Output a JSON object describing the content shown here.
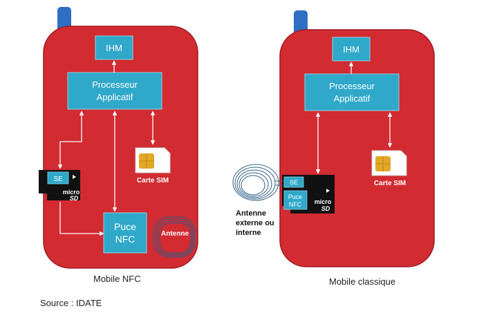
{
  "colors": {
    "phone_body": "#d22b32",
    "phone_border": "#9e1a20",
    "tab": "#2f6fc3",
    "box": "#2fa8c9",
    "box_border": "#8fd3e6",
    "sim_gold": "#e3a826",
    "sd_black": "#111111",
    "arrow": "#ffffff",
    "antenna": "#2f5f86"
  },
  "left_phone": {
    "ihm": "IHM",
    "processor_line1": "Processeur",
    "processor_line2": "Applicatif",
    "sim_label": "Carte SIM",
    "se": "SE",
    "micro": "micro",
    "sd": "SD",
    "nfc_line1": "Puce",
    "nfc_line2": "NFC",
    "antenna_label": "Antenne",
    "caption": "Mobile NFC"
  },
  "right_phone": {
    "ihm": "IHM",
    "processor_line1": "Processeur",
    "processor_line2": "Applicatif",
    "sim_label": "Carte SIM",
    "se": "SE",
    "nfc_line1": "Puce",
    "nfc_line2": "NFC",
    "micro": "micro",
    "sd": "SD",
    "antenna_label_line1": "Antenne",
    "antenna_label_line2": "externe ou",
    "antenna_label_line3": "interne",
    "caption": "Mobile classique"
  },
  "source": "Source : IDATE"
}
